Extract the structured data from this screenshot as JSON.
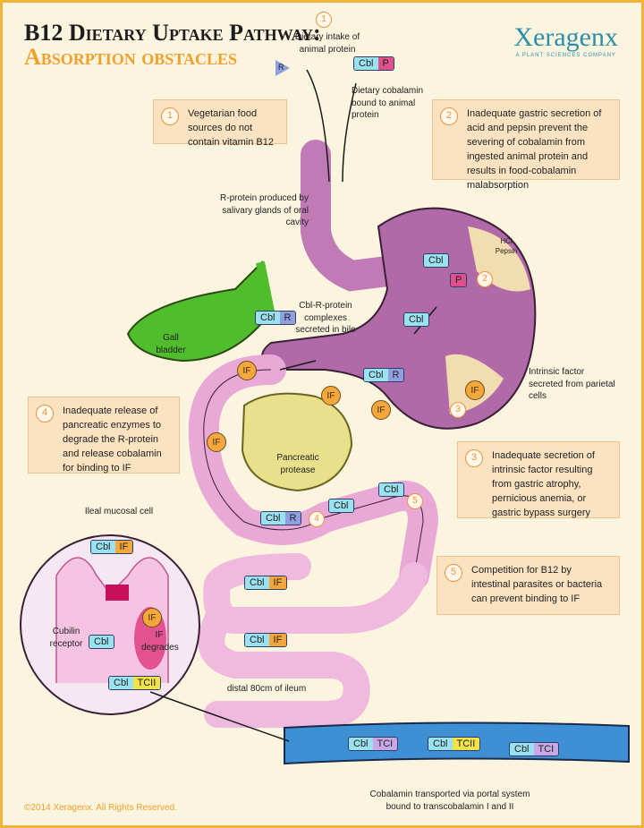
{
  "header": {
    "title_line1": "B12 Dietary Uptake Pathway:",
    "title_line2": "Absorption obstacles"
  },
  "logo": {
    "name": "Xeragenx",
    "tagline": "A Plant Sciences Company"
  },
  "numbers": [
    "1",
    "2",
    "3",
    "4",
    "5"
  ],
  "boxes": [
    {
      "num": "1",
      "text": "Vegetarian food sources do not contain vitamin B12"
    },
    {
      "num": "2",
      "text": "Inadequate gastric secretion of acid and pepsin prevent the severing of cobalamin from ingested animal protein and results in food-cobalamin malabsorption"
    },
    {
      "num": "3",
      "text": "Inadequate secretion of intrinsic factor resulting from gastric atrophy, pernicious anemia, or gastric bypass surgery"
    },
    {
      "num": "4",
      "text": "Inadequate release of pancreatic enzymes to degrade the R-protein and release cobalamin for binding to IF"
    },
    {
      "num": "5",
      "text": "Competition for B12 by intestinal parasites or bacteria can prevent binding to IF"
    }
  ],
  "labels": {
    "dietary_intake": "Dietary intake of animal protein",
    "dietary_cobalamin": "Dietary cobalamin bound to animal protein",
    "r_protein": "R-protein produced by salivary glands of oral cavity",
    "cbl_r_complex": "Cbl-R-protein complexes secreted in bile",
    "gall_bladder": "Gall bladder",
    "hcl_pepsin": "HCl Pepsin",
    "intrinsic_factor": "Intrinsic factor secreted from parietal cells",
    "pancreatic_protease": "Pancreatic protease",
    "ileal_cell": "Ileal mucosal cell",
    "cubilin": "Cubilin receptor",
    "if_degrades": "IF degrades",
    "distal_ileum": "distal 80cm of ileum",
    "portal": "Cobalamin transported via portal system bound to transcobalamin I and II"
  },
  "molecules": {
    "cbl": "Cbl",
    "r": "R",
    "p": "P",
    "if": "IF",
    "tcii": "TCII",
    "tci": "TCI"
  },
  "footer": "©2014 Xeragenx. All Rights Reserved.",
  "colors": {
    "accent": "#f2a02c",
    "cbl": "#9be2f0",
    "r_protein": "#8f9fe0",
    "pepsin": "#e0508a",
    "intrinsic_factor": "#f4a73a",
    "tcii": "#f3e34a",
    "tci": "#c9a8e8",
    "stomach": "#b06aa8",
    "gall_bladder": "#4fbd2c",
    "pancreas": "#e8e08a",
    "blood_vessel": "#3f8fd4"
  }
}
